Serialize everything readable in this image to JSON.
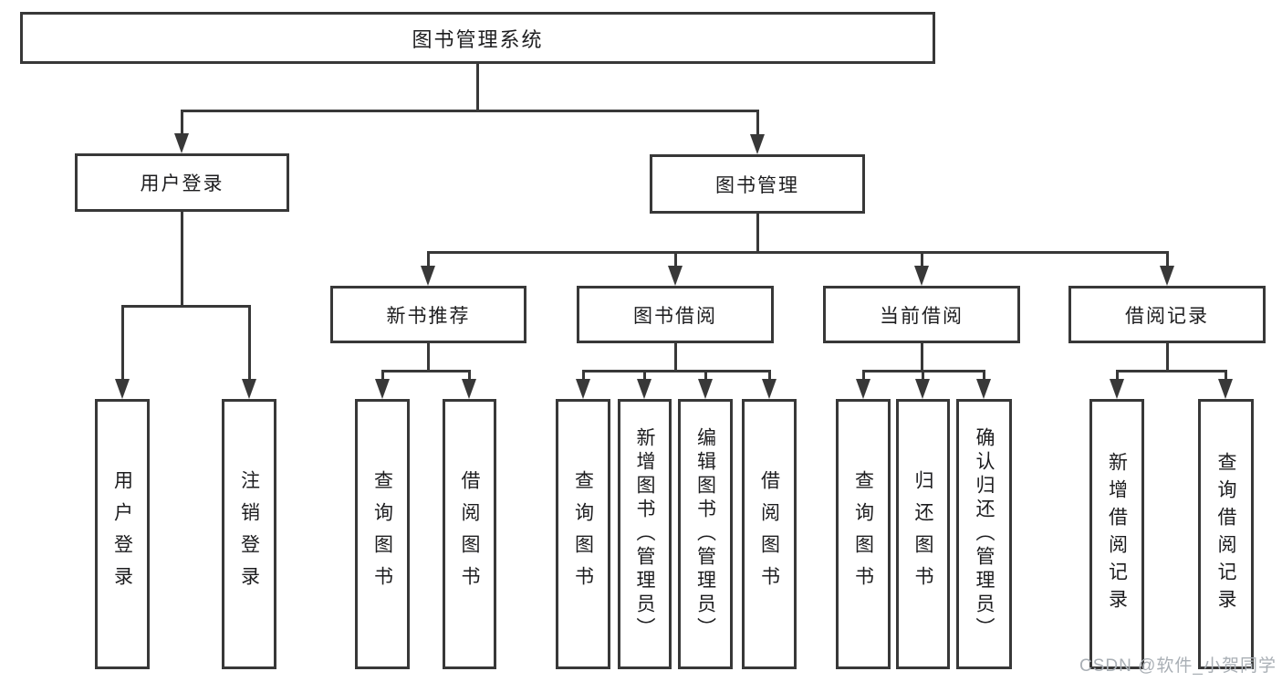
{
  "tree": {
    "label": "图书管理系统",
    "children": [
      {
        "label": "用户登录",
        "children": [
          {
            "label": "用户登录"
          },
          {
            "label": "注销登录"
          }
        ]
      },
      {
        "label": "图书管理",
        "children": [
          {
            "label": "新书推荐",
            "children": [
              {
                "label": "查询图书"
              },
              {
                "label": "借阅图书"
              }
            ]
          },
          {
            "label": "图书借阅",
            "children": [
              {
                "label": "查询图书"
              },
              {
                "label": "新增图书（管理员）"
              },
              {
                "label": "编辑图书（管理员）"
              },
              {
                "label": "借阅图书"
              }
            ]
          },
          {
            "label": "当前借阅",
            "children": [
              {
                "label": "查询图书"
              },
              {
                "label": "归还图书"
              },
              {
                "label": "确认归还（管理员）"
              }
            ]
          },
          {
            "label": "借阅记录",
            "children": [
              {
                "label": "新增借阅记录"
              },
              {
                "label": "查询借阅记录"
              }
            ]
          }
        ]
      }
    ]
  },
  "watermark": {
    "text": "CSDN @软件_小贺同学"
  },
  "colors": {
    "line": "#383838",
    "text": "#1d1d1f",
    "watermark": "#a9afb5",
    "background": "#ffffff"
  }
}
